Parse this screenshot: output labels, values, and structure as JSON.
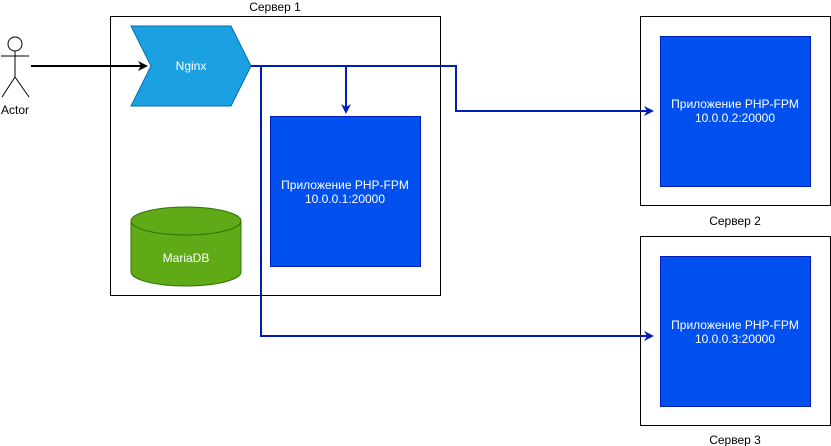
{
  "actor": {
    "label": "Actor"
  },
  "servers": [
    {
      "id": "server1",
      "label": "Сервер 1"
    },
    {
      "id": "server2",
      "label": "Сервер 2"
    },
    {
      "id": "server3",
      "label": "Сервер 3"
    }
  ],
  "nginx": {
    "label": "Nginx",
    "color": "#1ba1e2"
  },
  "database": {
    "label": "MariaDB",
    "color": "#60a917"
  },
  "apps": [
    {
      "line1": "Приложение PHP-FPM",
      "line2": "10.0.0.1:20000",
      "color": "#0050ef"
    },
    {
      "line1": "Приложение PHP-FPM",
      "line2": "10.0.0.2:20000",
      "color": "#0050ef"
    },
    {
      "line1": "Приложение PHP-FPM",
      "line2": "10.0.0.3:20000",
      "color": "#0050ef"
    }
  ],
  "edges": [
    {
      "from": "actor",
      "to": "nginx",
      "color": "#000000"
    },
    {
      "from": "nginx",
      "to": "app-1",
      "color": "#001dbc"
    },
    {
      "from": "nginx",
      "to": "app-2",
      "color": "#001dbc"
    },
    {
      "from": "nginx",
      "to": "app-3",
      "color": "#001dbc"
    }
  ]
}
